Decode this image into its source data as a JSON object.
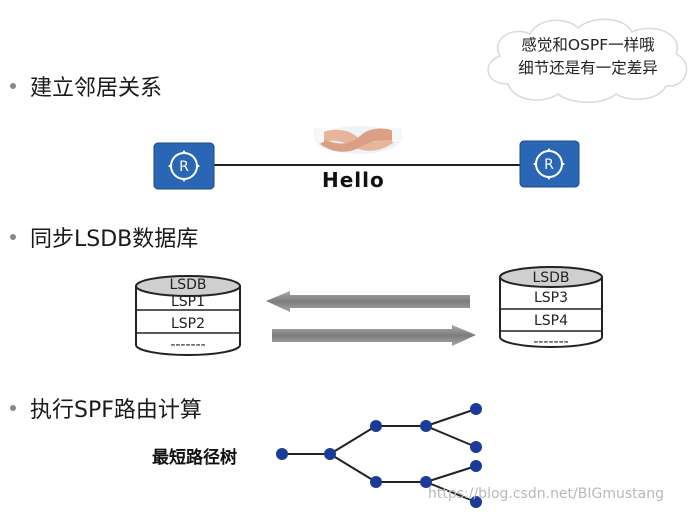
{
  "bullets": [
    {
      "text": "建立邻居关系"
    },
    {
      "text": "同步LSDB数据库"
    },
    {
      "text": "执行SPF路由计算"
    }
  ],
  "cloud": {
    "line1": "感觉和OSPF一样哦",
    "line2": "细节还是有一定差异"
  },
  "hello_label": "Hello",
  "left_db": {
    "rows": [
      "LSDB",
      "LSP1",
      "LSP2",
      "-------"
    ]
  },
  "right_db": {
    "rows": [
      "LSDB",
      "LSP3",
      "LSP4",
      "-------"
    ]
  },
  "tree_label": "最短路径树",
  "watermark": "https://blog.csdn.net/BIGmustang",
  "colors": {
    "router": "#2a66b4",
    "node": "#1c3a9a",
    "arrow": "#8c8c8c"
  },
  "icons": {
    "router": "router-icon",
    "handshake": "handshake-icon"
  }
}
